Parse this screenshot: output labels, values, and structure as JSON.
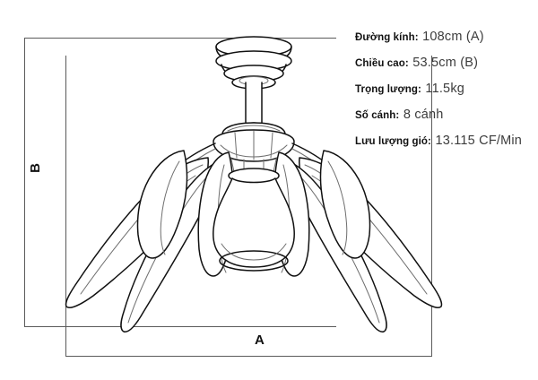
{
  "diagram": {
    "title": "Ceiling fan dimension diagram",
    "dimension_labels": {
      "height_marker": "B",
      "width_marker": "A"
    }
  },
  "specs": [
    {
      "label": "Đường kính:",
      "value": "108cm (A)",
      "name": "diameter"
    },
    {
      "label": "Chiều cao:",
      "value": "53.5cm (B)",
      "name": "height"
    },
    {
      "label": "Trọng lượng:",
      "value": "11.5kg",
      "name": "weight"
    },
    {
      "label": "Số cánh:",
      "value": "8 cánh",
      "name": "blade-count"
    },
    {
      "label": "Lưu lượng gió:",
      "value": "13.115 CF/Min",
      "name": "airflow"
    }
  ],
  "colors": {
    "line": "#111111",
    "dimension_line": "#5a5a5a",
    "value_text": "#3c3c3c",
    "background": "#ffffff"
  }
}
